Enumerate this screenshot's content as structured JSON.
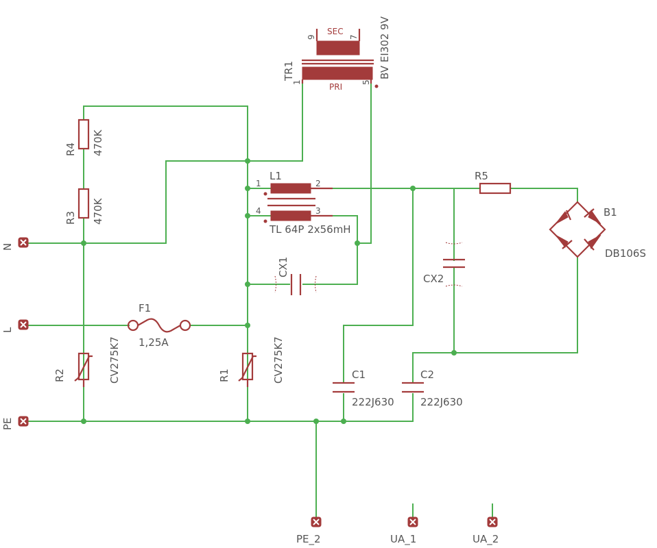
{
  "colors": {
    "wire": "#4caf50",
    "part": "#a33b3b",
    "text": "#555555",
    "background": "#ffffff"
  },
  "connectors": {
    "n": "N",
    "l": "L",
    "pe": "PE",
    "pe2": "PE_2",
    "ua1": "UA_1",
    "ua2": "UA_2"
  },
  "transformer": {
    "name": "TR1",
    "value": "BV EI302 9V",
    "sec_label": "SEC",
    "pri_label": "PRI",
    "pin_9": "9",
    "pin_7": "7",
    "pin_1": "1",
    "pin_5": "5"
  },
  "choke": {
    "name": "L1",
    "value": "TL 64P 2x56mH",
    "pin_1": "1",
    "pin_2": "2",
    "pin_3": "3",
    "pin_4": "4"
  },
  "r4": {
    "name": "R4",
    "value": "470K"
  },
  "r3": {
    "name": "R3",
    "value": "470K"
  },
  "r5": {
    "name": "R5"
  },
  "cx1": {
    "name": "CX1"
  },
  "cx2": {
    "name": "CX2"
  },
  "fuse": {
    "name": "F1",
    "value": "1,25A"
  },
  "r2": {
    "name": "R2",
    "value": "CV275K7"
  },
  "r1": {
    "name": "R1",
    "value": "CV275K7"
  },
  "c1": {
    "name": "C1",
    "value": "222J630"
  },
  "c2": {
    "name": "C2",
    "value": "222J630"
  },
  "bridge": {
    "name": "B1",
    "value": "DB106S"
  }
}
